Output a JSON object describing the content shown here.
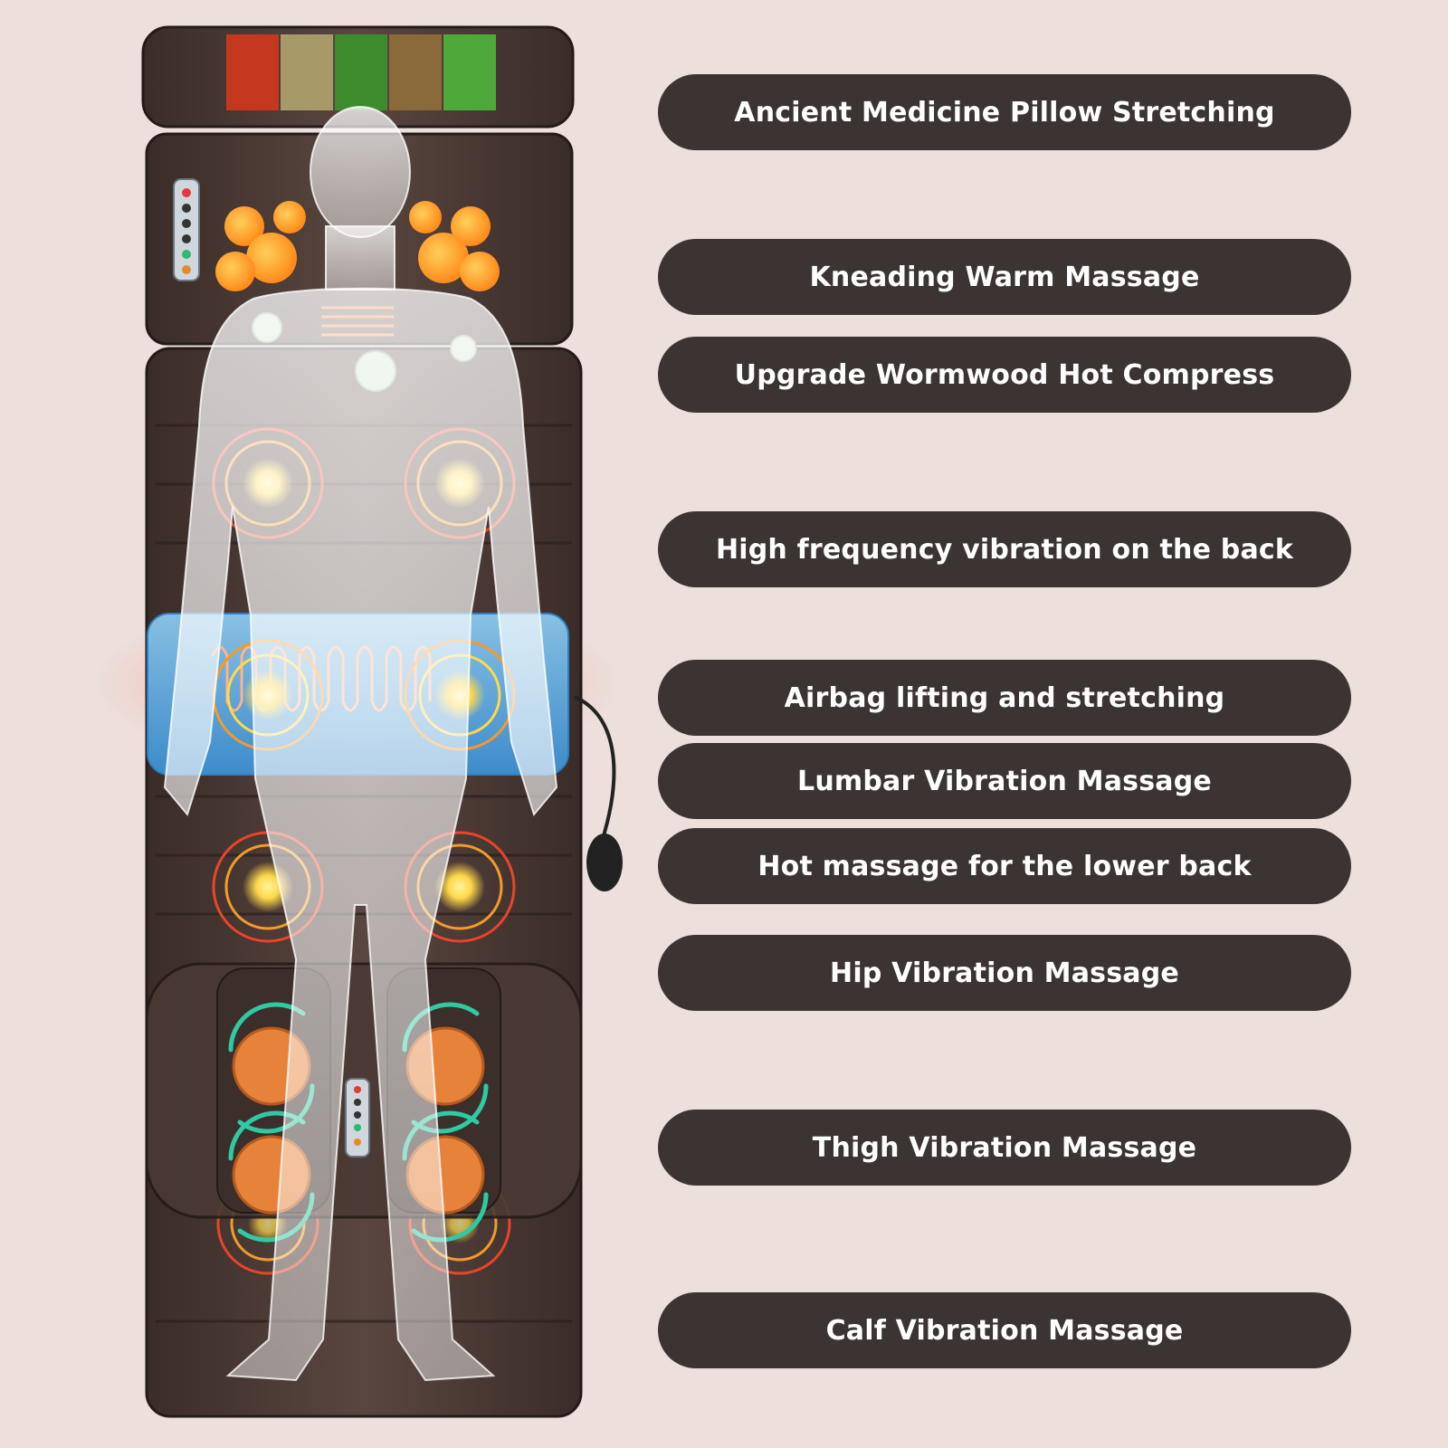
{
  "colors": {
    "background": "#ecdfdc",
    "pill": "#3b3432",
    "pill_text": "#ffffff",
    "mat": "#4e3c37",
    "mat_dark": "#2f2522",
    "heat_orange": "#f39a2a",
    "heat_yellow": "#ffe066",
    "heat_red": "#e8452a",
    "airbag_blue": "#5fb4ec",
    "arrow_teal": "#2fcaa2"
  },
  "features": [
    {
      "label": "Ancient Medicine Pillow Stretching"
    },
    {
      "label": "Kneading Warm Massage"
    },
    {
      "label": "Upgrade Wormwood Hot Compress"
    },
    {
      "label": "High frequency vibration on the back"
    },
    {
      "label": "Airbag lifting and stretching"
    },
    {
      "label": "Lumbar Vibration Massage"
    },
    {
      "label": "Hot massage for the lower back"
    },
    {
      "label": "Hip Vibration Massage"
    },
    {
      "label": "Thigh Vibration Massage"
    },
    {
      "label": "Calf Vibration Massage"
    }
  ],
  "icons": {
    "herb_pillow": "herb-pillow-icon",
    "controller_top": "remote-controller-icon",
    "controller_bottom": "remote-controller-icon",
    "air_pump": "air-pump-bulb-icon"
  }
}
